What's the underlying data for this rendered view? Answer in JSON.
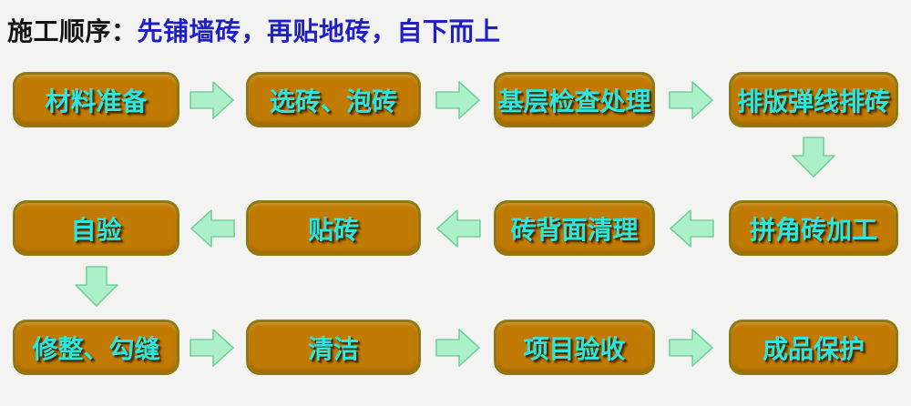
{
  "title": {
    "prefix": "施工顺序：",
    "highlight": "先铺墙砖，再贴地砖，自下而上"
  },
  "colors": {
    "background": "#f3f3f1",
    "box_fill": "#c17b04",
    "box_border": "#8f7a10",
    "box_text": "#2ee6e0",
    "arrow_fill": "#abf0c9",
    "arrow_border": "#76cf9c",
    "title_prefix": "#141414",
    "title_highlight": "#1f1fc4"
  },
  "flow": {
    "row1": {
      "direction": "right",
      "boxes": [
        "材料准备",
        "选砖、泡砖",
        "基层检查处理",
        "排版弹线排砖"
      ]
    },
    "row2": {
      "direction": "left",
      "boxes": [
        "自验",
        "贴砖",
        "砖背面清理",
        "拼角砖加工"
      ]
    },
    "row3": {
      "direction": "right",
      "boxes": [
        "修整、勾缝",
        "清洁",
        "项目验收",
        "成品保护"
      ]
    }
  }
}
